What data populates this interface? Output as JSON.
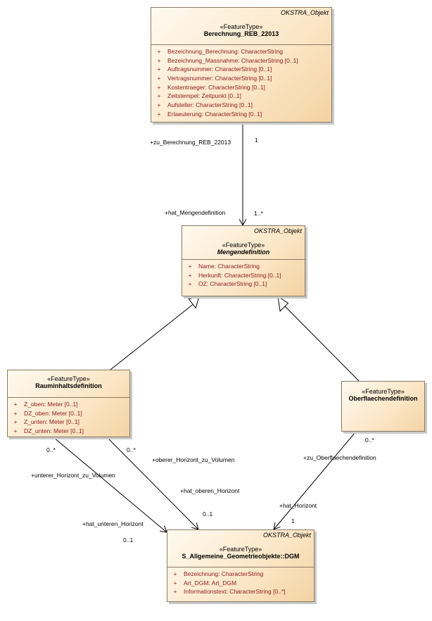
{
  "classes": {
    "berechnung": {
      "namespace": "OKSTRA_Objekt",
      "stereotype": "«FeatureType»",
      "name": "Berechnung_REB_22013",
      "attributes": [
        {
          "vis": "+",
          "text": "Bezeichnung_Berechnung: CharacterString"
        },
        {
          "vis": "+",
          "text": "Bezeichnung_Massnahme: CharacterString [0..1]"
        },
        {
          "vis": "+",
          "text": "Auftragsnummer: CharacterString [0..1]"
        },
        {
          "vis": "+",
          "text": "Vertragsnummer: CharacterString [0..1]"
        },
        {
          "vis": "+",
          "text": "Kostentraeger: CharacterString [0..1]"
        },
        {
          "vis": "+",
          "text": "Zeitstempel: Zeitpunkt [0..1]"
        },
        {
          "vis": "+",
          "text": "Aufsteller: CharacterString [0..1]"
        },
        {
          "vis": "+",
          "text": "Erlaeuterung: CharacterString [0..1]"
        }
      ]
    },
    "mengendefinition": {
      "namespace": "OKSTRA_Objekt",
      "stereotype": "«FeatureType»",
      "name": "Mengendefinition",
      "attributes": [
        {
          "vis": "+",
          "text": "Name: CharacterString"
        },
        {
          "vis": "+",
          "text": "Herkunft: CharacterString [0..1]"
        },
        {
          "vis": "+",
          "text": "OZ: CharacterString [0..1]"
        }
      ]
    },
    "rauminhalt": {
      "stereotype": "«FeatureType»",
      "name": "Rauminhaltsdefinition",
      "attributes": [
        {
          "vis": "+",
          "text": "Z_oben: Meter [0..1]"
        },
        {
          "vis": "+",
          "text": "DZ_oben: Meter [0..1]"
        },
        {
          "vis": "+",
          "text": "Z_unten: Meter [0..1]"
        },
        {
          "vis": "+",
          "text": "DZ_unten: Meter [0..1]"
        }
      ]
    },
    "oberflaeche": {
      "stereotype": "«FeatureType»",
      "name": "Oberflaechendefinition"
    },
    "dgm": {
      "namespace": "OKSTRA_Objekt",
      "stereotype": "«FeatureType»",
      "name": "S_Allgemeine_Geometrieobjekte::DGM",
      "attributes": [
        {
          "vis": "+",
          "text": "Bezeichnung: CharacterString"
        },
        {
          "vis": "+",
          "text": "Art_DGM: Art_DGM"
        },
        {
          "vis": "+",
          "text": "Informationstext: CharacterString [0..*]"
        }
      ]
    }
  },
  "labels": {
    "zu_berechnung": "+zu_Berechnung_REB_22013",
    "mult_1_top": "1",
    "hat_mengendefinition": "+hat_Mengendefinition",
    "mult_1_many": "1..*",
    "mult_0_many_left": "0..*",
    "mult_0_many_mid": "0..*",
    "oberer_horizont_zu_volumen": "+oberer_Horizont_zu_Volumen",
    "unterer_horizont_zu_volumen": "+unterer_Horizont_zu_Volumen",
    "hat_oberen_horizont": "+hat_oberen_Horizont",
    "mult_0_1_a": "0..1",
    "hat_unteren_horizont": "+hat_unteren_Horizont",
    "mult_0_1_b": "0..1",
    "mult_0_many_right": "0..*",
    "zu_oberflaechendefinition": "+zu_Oberflaechendefinition",
    "hat_horizont": "+hat_Horizont",
    "mult_1_bottom": "1"
  }
}
